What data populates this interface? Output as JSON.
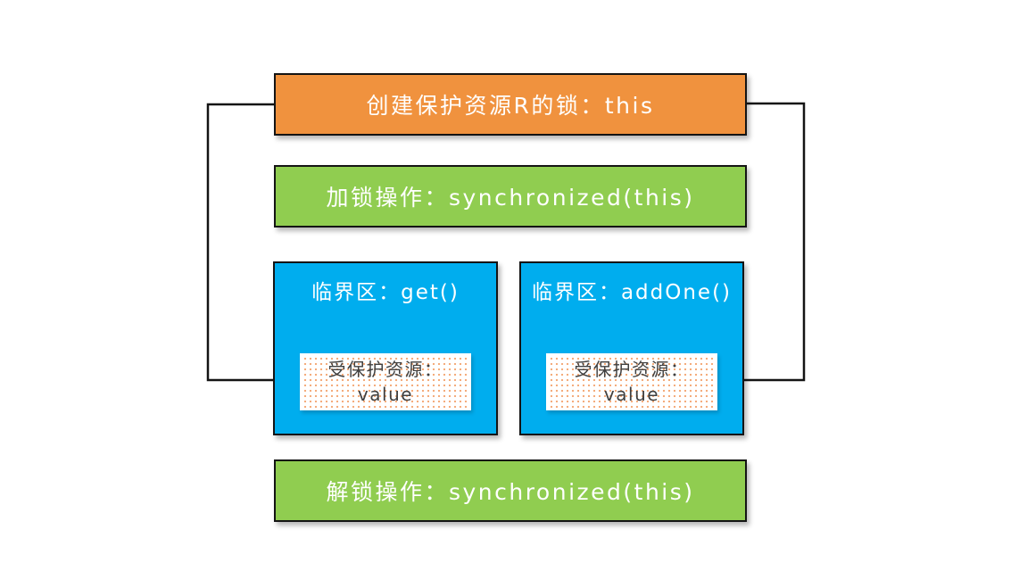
{
  "colors": {
    "orange": "#F0923E",
    "green": "#90CD50",
    "blue": "#00ADEE",
    "ink": "#141414",
    "dot": "#F3A875",
    "inner_text": "#404040"
  },
  "diagram": {
    "create_lock": {
      "label": "创建保护资源R的锁：this"
    },
    "lock": {
      "label": "加锁操作：synchronized(this)"
    },
    "critical_sections": [
      {
        "title": "临界区：get()",
        "resource_title": "受保护资源：",
        "resource_value": "value"
      },
      {
        "title": "临界区：addOne()",
        "resource_title": "受保护资源：",
        "resource_value": "value"
      }
    ],
    "unlock": {
      "label": "解锁操作：synchronized(this)"
    }
  }
}
